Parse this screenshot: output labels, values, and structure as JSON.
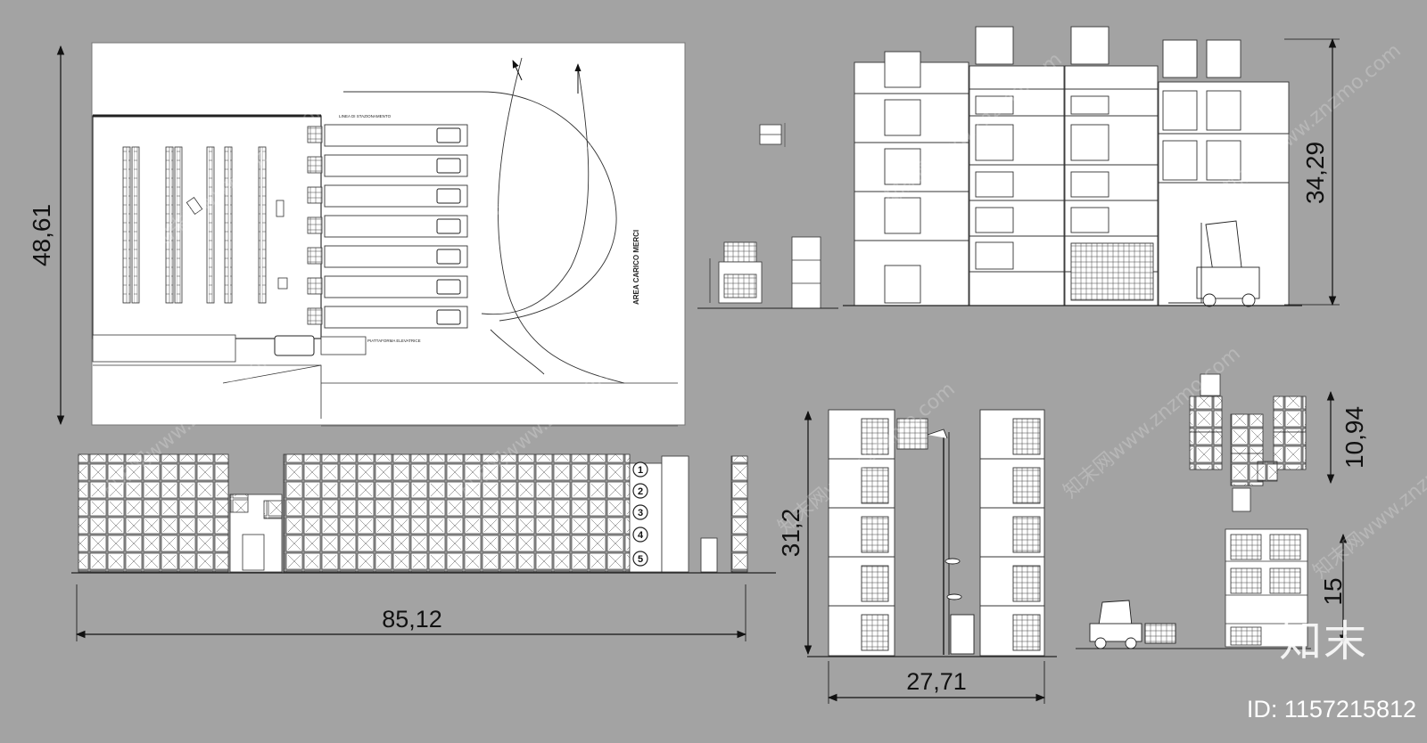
{
  "dimensions": {
    "plan_height": "48,61",
    "elevation_length": "85,12",
    "building_height": "34,29",
    "section_height": "31,2",
    "section_width": "27,71",
    "rack_module_height": "10,94",
    "rack_height": "15"
  },
  "plan_labels": {
    "loading_area": "AREA CARICO MERCI",
    "parking_line": "LINEA DI STAZIONAMENTO",
    "platform": "PIATTAFORMA ELEVATRICE"
  },
  "level_numbers": [
    "1",
    "2",
    "3",
    "4",
    "5"
  ],
  "branding": {
    "logo_text": "知末",
    "image_id": "ID: 1157215812",
    "watermark": "知末网www.znzmo.com"
  },
  "colors": {
    "background": "#a3a3a3",
    "paper": "#ffffff",
    "line": "#222222"
  }
}
